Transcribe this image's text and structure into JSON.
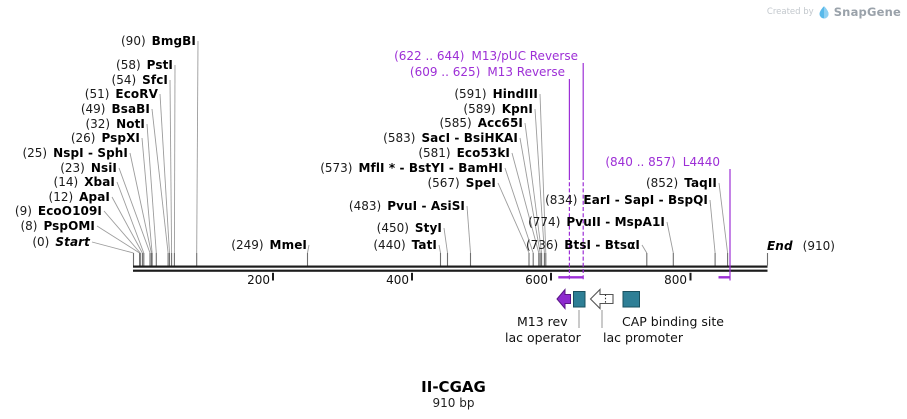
{
  "watermark": {
    "created_by": "Created by",
    "brand": "SnapGene"
  },
  "map": {
    "title": "II-CGAG",
    "length": "910 bp",
    "start": {
      "pos": "(0)",
      "name": "Start"
    },
    "end": {
      "pos": "(910)",
      "name": "End"
    },
    "axis_ticks": [
      "200",
      "400",
      "600",
      "800"
    ],
    "sites": [
      {
        "pos": "(90)",
        "name": "BmgBI"
      },
      {
        "pos": "(58)",
        "name": "PstI"
      },
      {
        "pos": "(54)",
        "name": "SfcI"
      },
      {
        "pos": "(51)",
        "name": "EcoRV"
      },
      {
        "pos": "(49)",
        "name": "BsaBI"
      },
      {
        "pos": "(32)",
        "name": "NotI"
      },
      {
        "pos": "(26)",
        "name": "PspXI"
      },
      {
        "pos": "(25)",
        "name": "NspI - SphI"
      },
      {
        "pos": "(23)",
        "name": "NsiI"
      },
      {
        "pos": "(14)",
        "name": "XbaI"
      },
      {
        "pos": "(12)",
        "name": "ApaI"
      },
      {
        "pos": "(9)",
        "name": "EcoO109I"
      },
      {
        "pos": "(8)",
        "name": "PspOMI"
      },
      {
        "pos": "(249)",
        "name": "MmeI"
      },
      {
        "pos": "(440)",
        "name": "TatI"
      },
      {
        "pos": "(450)",
        "name": "StyI"
      },
      {
        "pos": "(483)",
        "name": "PvuI - AsiSI"
      },
      {
        "pos": "(567)",
        "name": "SpeI"
      },
      {
        "pos": "(573)",
        "name": "MflI * - BstYI - BamHI"
      },
      {
        "pos": "(581)",
        "name": "Eco53kI"
      },
      {
        "pos": "(583)",
        "name": "SacI - BsiHKAI"
      },
      {
        "pos": "(585)",
        "name": "Acc65I"
      },
      {
        "pos": "(589)",
        "name": "KpnI"
      },
      {
        "pos": "(591)",
        "name": "HindIII"
      },
      {
        "pos": "(736)",
        "name": "BtsI - BtsαI"
      },
      {
        "pos": "(774)",
        "name": "PvuII - MspA1I"
      },
      {
        "pos": "(834)",
        "name": "EarI - SapI - BspQI"
      },
      {
        "pos": "(852)",
        "name": "TaqII"
      }
    ],
    "primers": [
      {
        "range": "(622 .. 644)",
        "name": "M13/pUC Reverse"
      },
      {
        "range": "(609 .. 625)",
        "name": "M13 Reverse"
      },
      {
        "range": "(840 .. 857)",
        "name": "L4440"
      }
    ],
    "features": [
      {
        "name": "M13 rev"
      },
      {
        "name": "lac operator"
      },
      {
        "name": "lac promoter"
      },
      {
        "name": "CAP binding site"
      }
    ],
    "colors": {
      "primer_purple": "#9d2fd6",
      "feature_teal": "#2e7f96",
      "promoter_fill": "#ffffff"
    }
  }
}
